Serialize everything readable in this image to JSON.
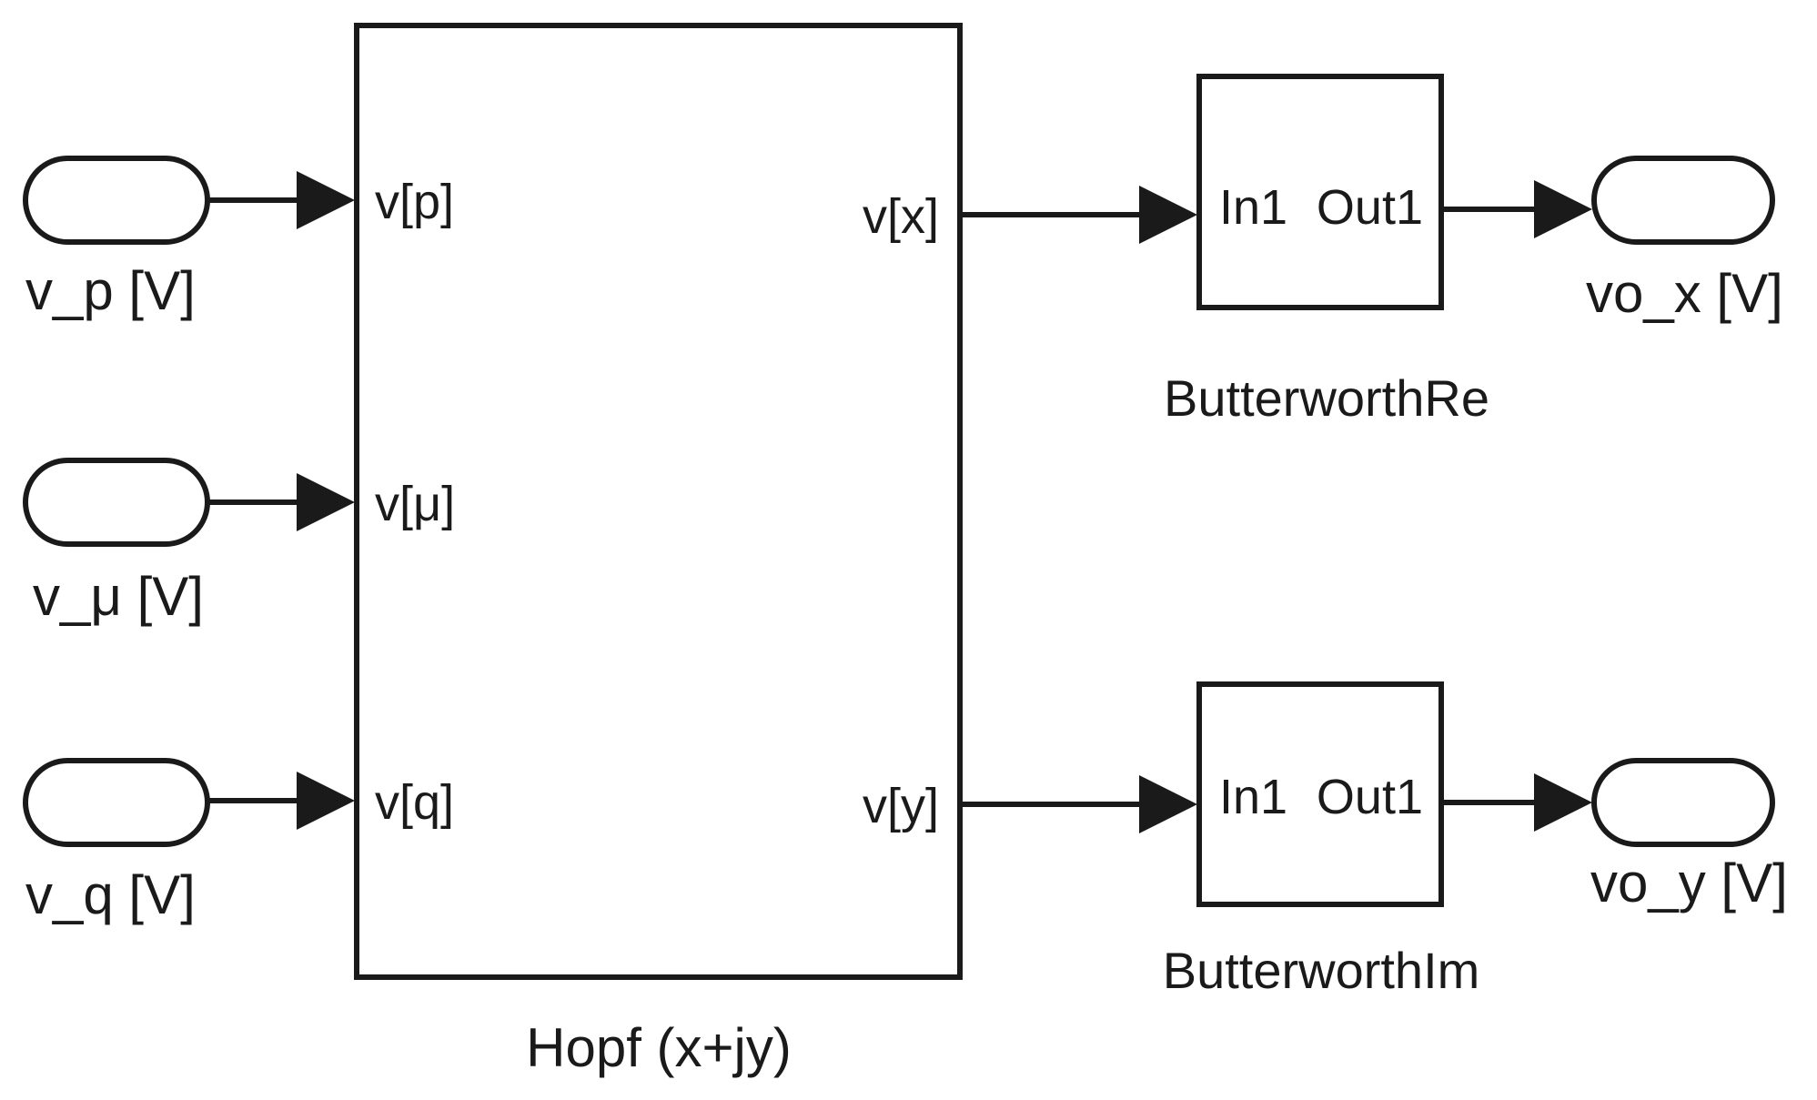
{
  "inputs": [
    {
      "id": "p",
      "label": "v_p [V]",
      "port_label": "v[p]"
    },
    {
      "id": "mu",
      "label": "v_μ [V]",
      "port_label": "v[μ]"
    },
    {
      "id": "q",
      "label": "v_q [V]",
      "port_label": "v[q]"
    }
  ],
  "hopf_block": {
    "name": "Hopf (x+jy)",
    "outputs": [
      {
        "id": "x",
        "port_label": "v[x]"
      },
      {
        "id": "y",
        "port_label": "v[y]"
      }
    ]
  },
  "filters": [
    {
      "id": "re",
      "name": "ButterworthRe",
      "in_label": "In1",
      "out_label": "Out1"
    },
    {
      "id": "im",
      "name": "ButterworthIm",
      "in_label": "In1",
      "out_label": "Out1"
    }
  ],
  "outputs": [
    {
      "id": "x",
      "label": "vo_x [V]"
    },
    {
      "id": "y",
      "label": "vo_y [V]"
    }
  ],
  "colors": {
    "stroke": "#1a1a1a",
    "background": "#ffffff"
  }
}
